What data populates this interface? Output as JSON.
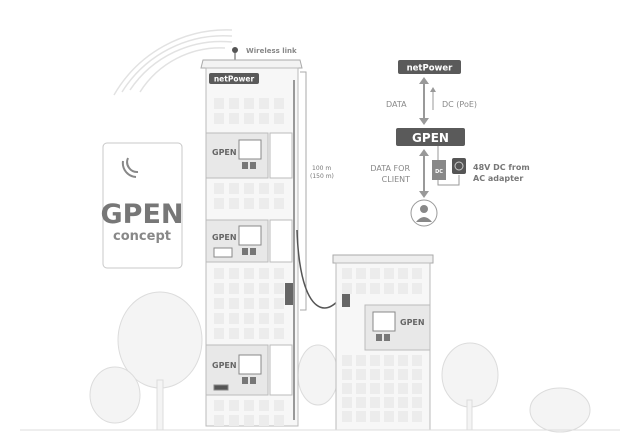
{
  "tower": {
    "wireless_label": "Wireless link",
    "netpower_label": "netPower",
    "gpen_labels": [
      "GPEN",
      "GPEN",
      "GPEN"
    ],
    "distance_primary": "100 m",
    "distance_secondary": "(150 m)"
  },
  "right_building": {
    "gpen_label": "GPEN"
  },
  "concept_card": {
    "title": "GPEN",
    "subtitle": "concept"
  },
  "schema": {
    "netpower": "netPower",
    "data": "DATA",
    "dc_poe": "DC (PoE)",
    "gpen": "GPEN",
    "data_for_client_1": "DATA FOR",
    "data_for_client_2": "CLIENT",
    "dc_box": "DC",
    "adapter_1": "48V DC from",
    "adapter_2": "AC adapter"
  },
  "colors": {
    "dark": "#5a5a5a",
    "mid": "#9a9a9a",
    "light": "#e4e4e4",
    "fill": "#f2f2f2"
  }
}
